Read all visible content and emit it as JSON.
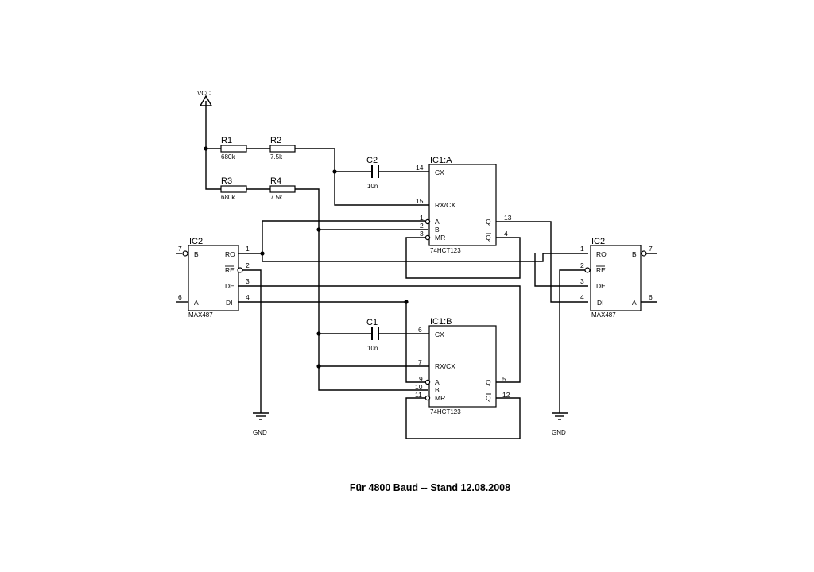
{
  "caption": "Für 4800 Baud -- Stand 12.08.2008",
  "vcc": "VCC",
  "gnd": "GND",
  "resistors": [
    {
      "ref": "R1",
      "value": "680k"
    },
    {
      "ref": "R2",
      "value": "7.5k"
    },
    {
      "ref": "R3",
      "value": "680k"
    },
    {
      "ref": "R4",
      "value": "7.5k"
    }
  ],
  "capacitors": [
    {
      "ref": "C2",
      "value": "10n"
    },
    {
      "ref": "C1",
      "value": "10n"
    }
  ],
  "ic1a": {
    "ref": "IC1:A",
    "part": "74HCT123",
    "pins": {
      "cx": "CX",
      "rxcx": "RX/CX",
      "a": "A",
      "b": "B",
      "mr": "MR",
      "q": "Q",
      "qbar": "Q"
    },
    "nums": {
      "cx": "14",
      "rxcx": "15",
      "a": "1",
      "b": "2",
      "mr": "3",
      "q": "13",
      "qbar": "4"
    }
  },
  "ic1b": {
    "ref": "IC1:B",
    "part": "74HCT123",
    "pins": {
      "cx": "CX",
      "rxcx": "RX/CX",
      "a": "A",
      "b": "B",
      "mr": "MR",
      "q": "Q",
      "qbar": "Q"
    },
    "nums": {
      "cx": "6",
      "rxcx": "7",
      "a": "9",
      "b": "10",
      "mr": "11",
      "q": "5",
      "qbar": "12"
    }
  },
  "ic2_left": {
    "ref": "IC2",
    "part": "MAX487",
    "pins": {
      "b": "B",
      "a": "A",
      "ro": "RO",
      "re": "RE",
      "de": "DE",
      "di": "DI"
    },
    "nums": {
      "b": "7",
      "a": "6",
      "ro": "1",
      "re": "2",
      "de": "3",
      "di": "4"
    }
  },
  "ic2_right": {
    "ref": "IC2",
    "part": "MAX487",
    "pins": {
      "ro": "RO",
      "re": "RE",
      "de": "DE",
      "di": "DI",
      "b": "B",
      "a": "A"
    },
    "nums": {
      "ro": "1",
      "re": "2",
      "de": "3",
      "di": "4",
      "b": "7",
      "a": "6"
    }
  }
}
